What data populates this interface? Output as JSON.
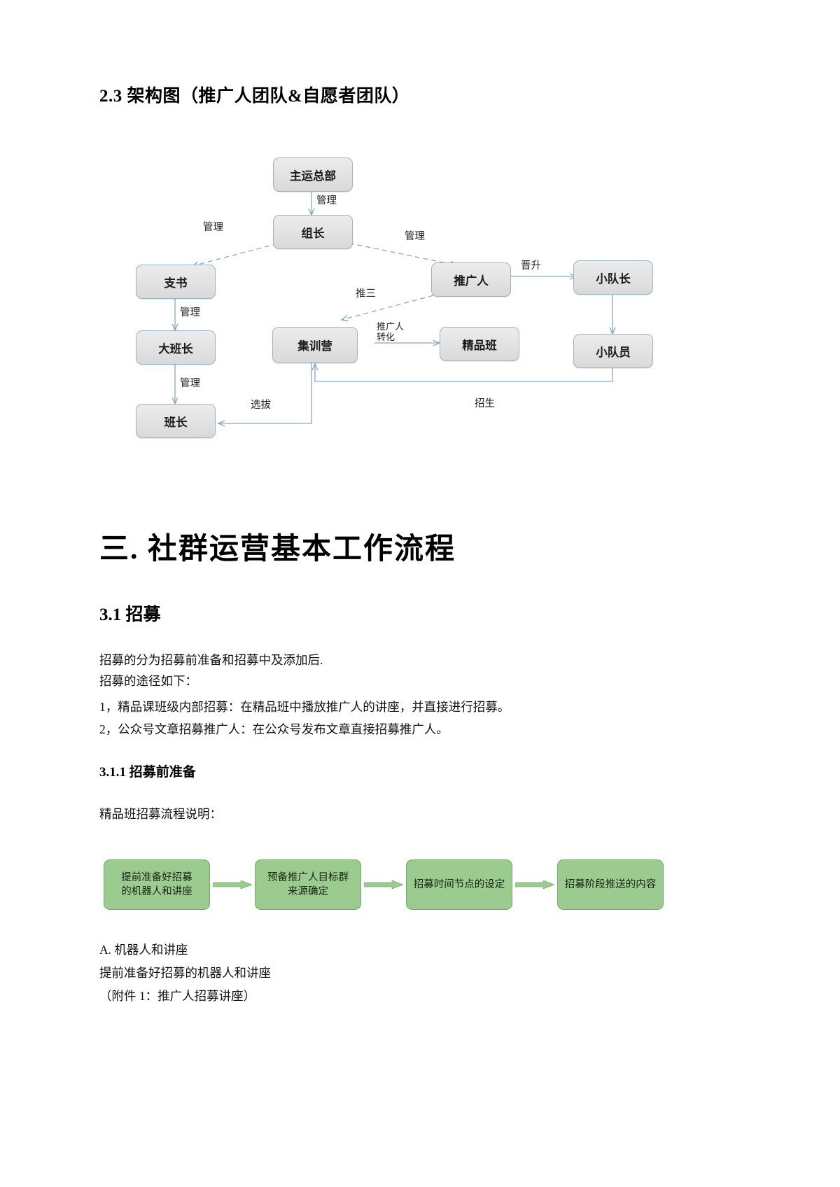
{
  "section_2_3": {
    "heading": "2.3 架构图（推广人团队&自愿者团队）"
  },
  "orgchart": {
    "nodes": [
      {
        "id": "hq",
        "label": "主运总部"
      },
      {
        "id": "grouplead",
        "label": "组长"
      },
      {
        "id": "secretary",
        "label": "支书"
      },
      {
        "id": "promoter",
        "label": "推广人"
      },
      {
        "id": "squadlead",
        "label": "小队长"
      },
      {
        "id": "bigmonitor",
        "label": "大班长"
      },
      {
        "id": "camp",
        "label": "集训营"
      },
      {
        "id": "elitecls",
        "label": "精品班"
      },
      {
        "id": "squadmember",
        "label": "小队员"
      },
      {
        "id": "monitor",
        "label": "班长"
      }
    ],
    "edge_labels": [
      {
        "id": "hq-grouplead",
        "label": "管理"
      },
      {
        "id": "grouplead-secretary",
        "label": "管理"
      },
      {
        "id": "grouplead-promoter",
        "label": "管理"
      },
      {
        "id": "secretary-bigmonitor",
        "label": "管理"
      },
      {
        "id": "bigmonitor-monitor",
        "label": "管理"
      },
      {
        "id": "promoter-camp",
        "label": "推三"
      },
      {
        "id": "promoter-squadlead",
        "label": "晋升"
      },
      {
        "id": "camp-elitecls",
        "label": "推广人\n转化"
      },
      {
        "id": "camp-monitor",
        "label": "选拔"
      },
      {
        "id": "squadmember-camp",
        "label": "招生"
      }
    ]
  },
  "section_3": {
    "heading": "三. 社群运营基本工作流程"
  },
  "section_3_1": {
    "heading": "3.1 招募",
    "paragraphs": [
      "招募的分为招募前准备和招募中及添加后.",
      "招募的途径如下：",
      "1，精品课班级内部招募：在精品班中播放推广人的讲座，并直接进行招募。",
      "2，公众号文章招募推广人：在公众号发布文章直接招募推广人。"
    ]
  },
  "section_3_1_1": {
    "heading": "3.1.1 招募前准备",
    "intro": "精品班招募流程说明：",
    "flow_steps": [
      "提前准备好招募\n的机器人和讲座",
      "预备推广人目标群\n来源确定",
      "招募时间节点的设定",
      "招募阶段推送的内容"
    ],
    "after_paragraphs": [
      "A. 机器人和讲座",
      "提前准备好招募的机器人和讲座",
      "（附件 1：推广人招募讲座）"
    ]
  },
  "colors": {
    "node_fill": "#e4e4e4",
    "node_border": "#9bb3c7",
    "connector": "#8aa8c0",
    "green_fill": "#9ccb8f",
    "green_border": "#76a869"
  }
}
